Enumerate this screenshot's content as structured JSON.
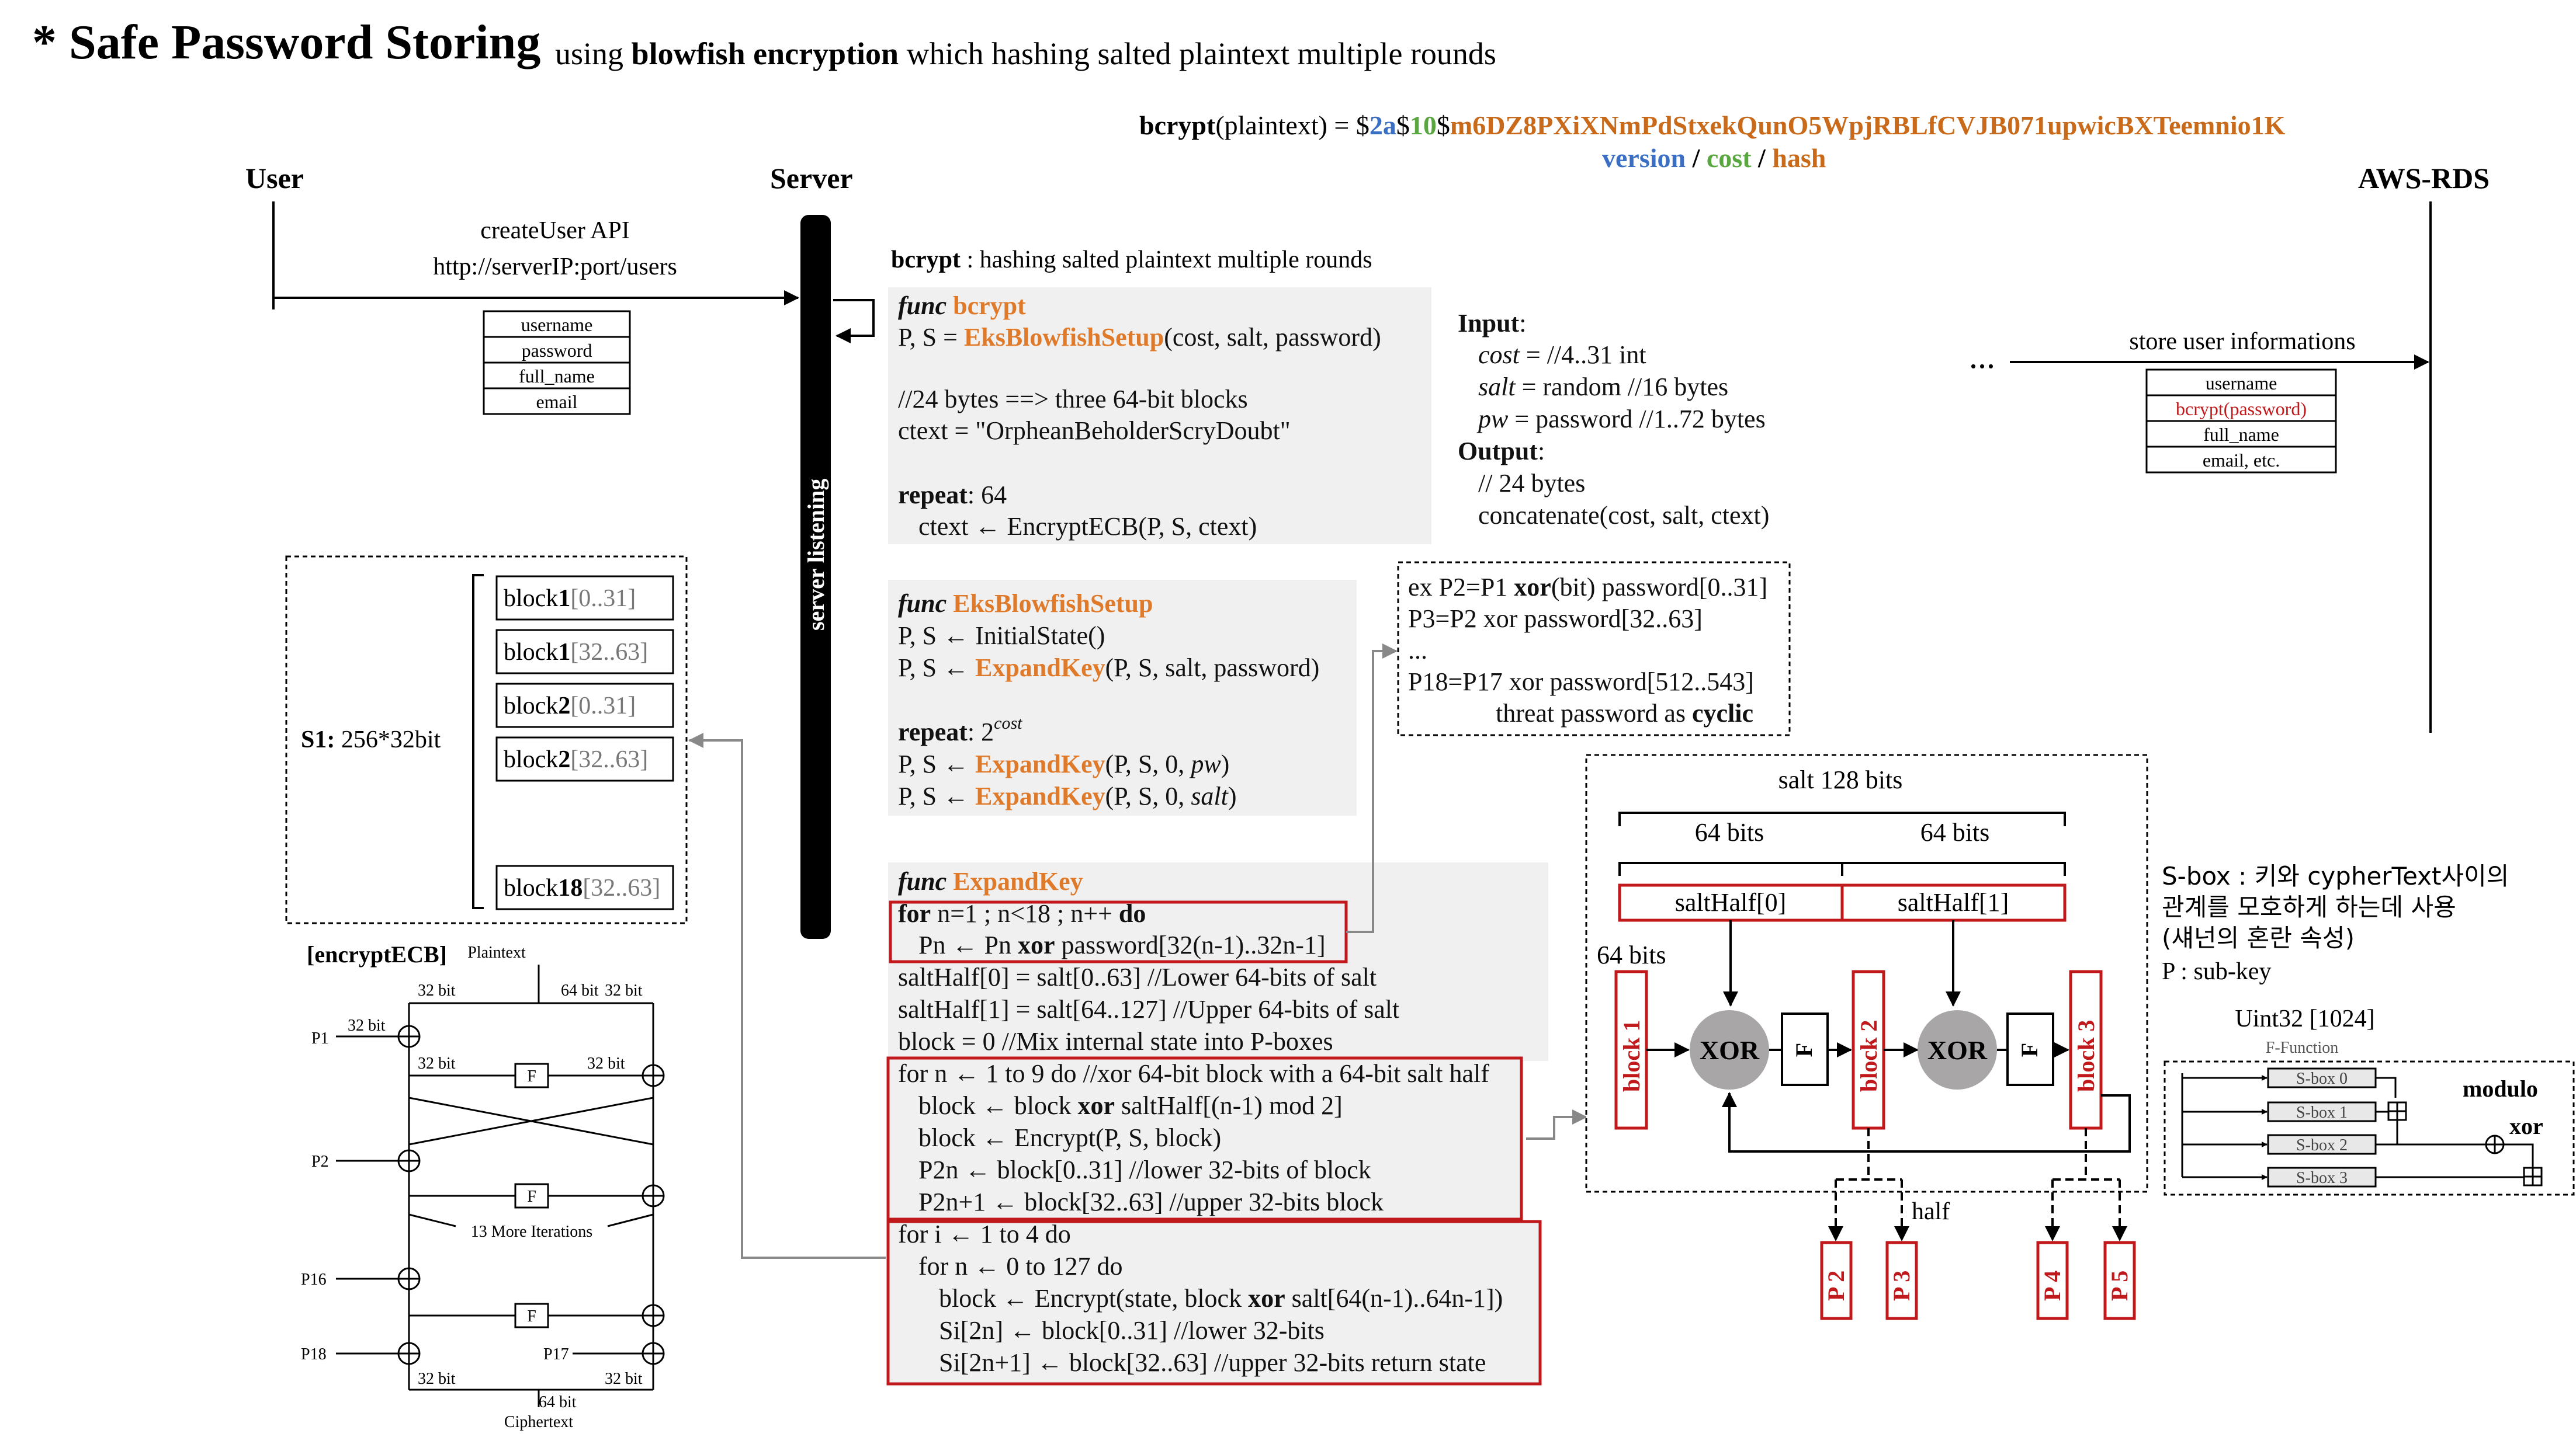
{
  "title": {
    "main": "* Safe Password Storing",
    "sub_prefix": "using ",
    "sub_bold": "blowfish encryption",
    "sub_suffix": " which hashing salted plaintext multiple rounds"
  },
  "bcrypt_format": {
    "prefix_bold": "bcrypt",
    "prefix": "(plaintext) = ",
    "sep1": "$",
    "version": "2a",
    "sep2": "$",
    "cost": "10",
    "sep3": "$",
    "hash": "m6DZ8PXiXNmPdStxekQunO5WpjRBLfCVJB071upwicBXTeemnio1K",
    "legend_version": "version",
    "legend_slash1": " / ",
    "legend_cost": "cost",
    "legend_slash2": " / ",
    "legend_hash": "hash",
    "colors": {
      "version": "#3a6fc4",
      "cost": "#5aa640",
      "hash": "#c86a1a"
    }
  },
  "actors": {
    "user": "User",
    "server": "Server",
    "aws": "AWS-RDS"
  },
  "create_user": {
    "api": "createUser API",
    "url": "http://serverIP:port/users",
    "fields": [
      "username",
      "password",
      "full_name",
      "email"
    ]
  },
  "server_bar_label": "server listening",
  "store": {
    "dots": "...",
    "label": "store user informations",
    "fields": [
      "username",
      "bcrypt(password)",
      "full_name",
      "email, etc."
    ]
  },
  "bcrypt_desc": {
    "bold": "bcrypt",
    "text": " : hashing salted plaintext multiple rounds"
  },
  "func_bcrypt": {
    "kw": "func",
    "name": "bcrypt",
    "l1_pre": "P, S = ",
    "l1_fn": "EksBlowfishSetup",
    "l1_post": "(cost, salt, password)",
    "l2": "//24 bytes ==> three 64-bit blocks",
    "l3": "ctext = \"OrpheanBeholderScryDoubt\"",
    "l4_kw": "repeat",
    "l4_post": ": 64",
    "l5": "ctext ← EncryptECB(P, S, ctext)"
  },
  "io": {
    "input": "Input",
    "in1_var": "cost",
    "in1": " = //4..31 int",
    "in2_var": "salt",
    "in2": " = random //16 bytes",
    "in3_var": "pw",
    "in3": " = password //1..72 bytes",
    "output": "Output",
    "out1": "// 24 bytes",
    "out2": "concatenate(cost, salt, ctext)",
    "colon": ":"
  },
  "func_eks": {
    "kw": "func",
    "name": "EksBlowfishSetup",
    "l1": "P, S ← InitialState()",
    "l2_pre": "P, S ← ",
    "l2_fn": "ExpandKey",
    "l2_post": "(P, S, salt, password)",
    "l3_kw": "repeat",
    "l3_post": ": 2",
    "l3_sup": "cost",
    "l4_pre": "P, S ← ",
    "l4_fn": "ExpandKey",
    "l4_post": "(P, S, 0, ",
    "l4_var": "pw",
    "l5_pre": "P, S ← ",
    "l5_fn": "ExpandKey",
    "l5_post": "(P, S, 0, ",
    "l5_var": "salt",
    "close": ")"
  },
  "ex_box": {
    "l1_pre": "ex P2=P1 ",
    "l1_bold": "xor",
    "l1_post": "(bit) password[0..31]",
    "l2": "P3=P2 xor password[32..63]",
    "l3": "...",
    "l4": "P18=P17 xor password[512..543]",
    "l5_pre": "threat password as ",
    "l5_bold": "cyclic"
  },
  "func_expand": {
    "kw": "func",
    "name": "ExpandKey",
    "a1_kw1": "for",
    "a1": " n=1 ; n<18 ; n++ ",
    "a1_kw2": "do",
    "a2_pre": "Pn ← Pn ",
    "a2_bold": "xor",
    "a2_post": " password[32(n-1)..32n-1]",
    "b1": "saltHalf[0] = salt[0..63] //Lower 64-bits of salt",
    "b2": "saltHalf[1] = salt[64..127] //Upper 64-bits of salt",
    "b3": "block = 0 //Mix internal state into P-boxes",
    "c1": "for n ← 1 to 9 do //xor 64-bit block with a 64-bit salt half",
    "c2_pre": "block ← block ",
    "c2_bold": "xor",
    "c2_post": " saltHalf[(n-1) mod 2]",
    "c3": "block ← Encrypt(P, S, block)",
    "c4": "P2n ← block[0..31] //lower 32-bits of block",
    "c5": "P2n+1 ← block[32..63] //upper 32-bits block",
    "d1": "for i ← 1 to 4 do",
    "d2": "for n ← 0 to 127 do",
    "d3_pre": "block ← Encrypt(state, block ",
    "d3_bold": "xor",
    "d3_post": " salt[64(n-1)..64n-1])",
    "d4": "Si[2n] ← block[0..31] //lower 32-bits",
    "d5": "Si[2n+1] ← block[32..63] //upper 32-bits return state"
  },
  "s1": {
    "label_bold": "S1:",
    "label": " 256*32bit",
    "blocks": [
      {
        "name": "block",
        "num": "1",
        "range": "[0..31]"
      },
      {
        "name": "block",
        "num": "1",
        "range": "[32..63]"
      },
      {
        "name": "block",
        "num": "2",
        "range": "[0..31]"
      },
      {
        "name": "block",
        "num": "2",
        "range": "[32..63]"
      },
      {
        "name": "block",
        "num": "18",
        "range": "[32..63]"
      }
    ]
  },
  "ecb": {
    "title": "[encryptECB]",
    "plaintext": "Plaintext",
    "ciphertext": "Ciphertext",
    "b32": "32 bit",
    "b64": "64 bit",
    "p1": "P1",
    "p2": "P2",
    "p16": "P16",
    "p17": "P17",
    "p18": "P18",
    "f": "F",
    "more": "13 More Iterations"
  },
  "salt_diagram": {
    "salt": "salt 128 bits",
    "b64": "64 bits",
    "half0": "saltHalf[0]",
    "half1": "saltHalf[1]",
    "block1": "block 1",
    "block2": "block 2",
    "block3": "block 3",
    "xor": "XOR",
    "f": "F",
    "half": "half",
    "outputs": [
      "P 2",
      "P 3",
      "P 4",
      "P 5"
    ]
  },
  "sbox_note": {
    "l1": "S-box : 키와 cypherText사이의",
    "l2": "관계를 모호하게 하는데 사용",
    "l3": "(섀넌의 혼란 속성)",
    "l4": "P : sub-key"
  },
  "ffunc": {
    "uint": "Uint32 [1024]",
    "title": "F-Function",
    "boxes": [
      "S-box 0",
      "S-box 1",
      "S-box 2",
      "S-box 3"
    ],
    "modulo": "modulo",
    "xor": "xor"
  }
}
